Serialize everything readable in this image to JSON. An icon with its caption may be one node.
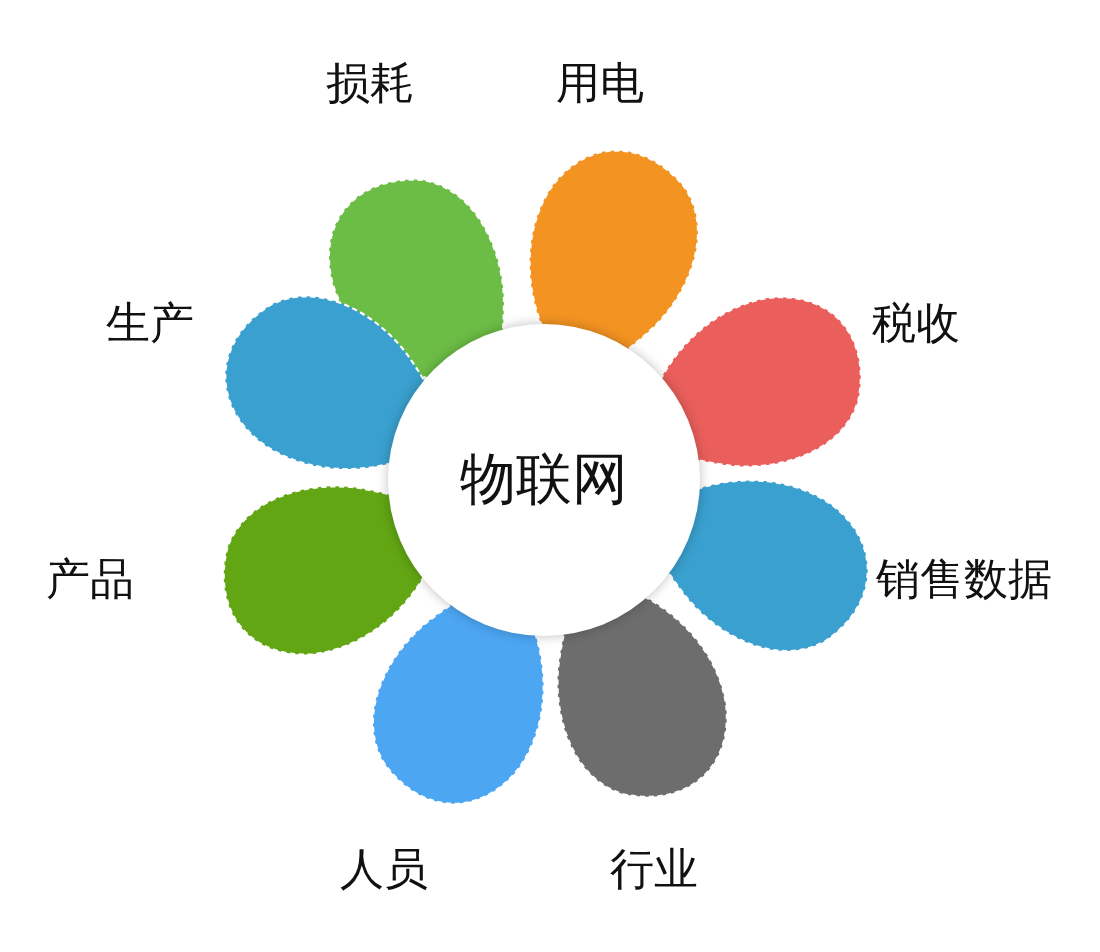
{
  "diagram": {
    "nodes": [
      {
        "text": [
          "物联网"
        ]
      },
      {
        "text": [
          "损耗"
        ]
      },
      {
        "text": [
          "用电"
        ]
      },
      {
        "text": [
          "税收"
        ]
      },
      {
        "text": [
          "销售数据"
        ]
      },
      {
        "text": [
          "行业"
        ]
      },
      {
        "text": [
          "人员"
        ]
      },
      {
        "text": [
          "产品"
        ]
      },
      {
        "text": [
          "生产"
        ]
      }
    ]
  }
}
